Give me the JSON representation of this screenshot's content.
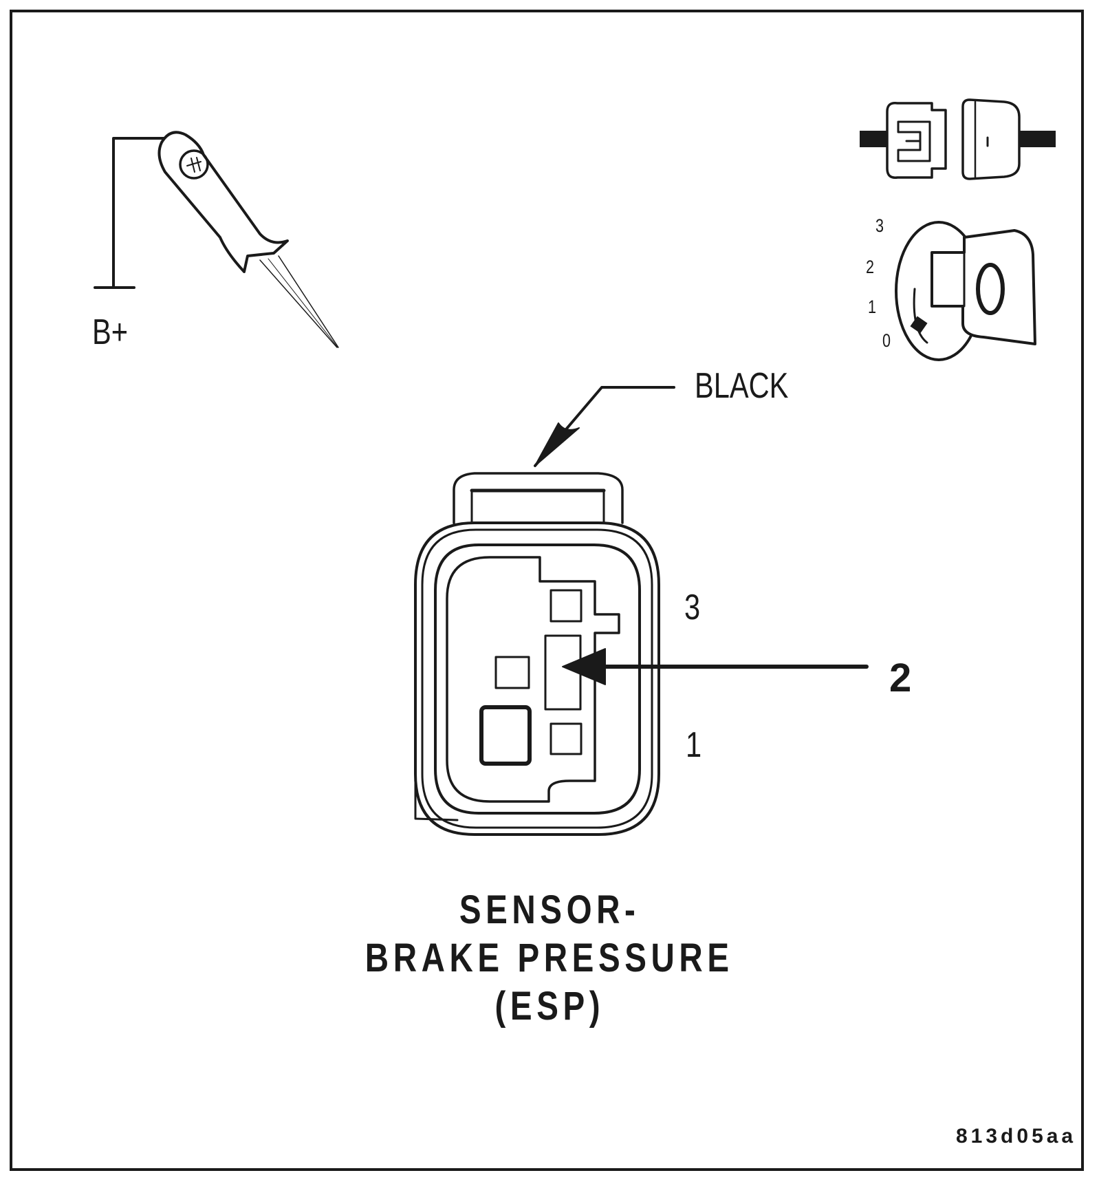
{
  "diagram": {
    "supply_label": "B+",
    "ignition_positions": [
      "3",
      "2",
      "1",
      "0"
    ],
    "wire_color_label": "BLACK",
    "pin_labels": {
      "top": "3",
      "bottom": "1"
    },
    "callout_number": "2",
    "component_title": [
      "SENSOR-",
      "BRAKE PRESSURE",
      "(ESP)"
    ],
    "figure_code": "813d05aa"
  },
  "icons": [
    "test-light-probe-icon",
    "disconnected-connector-icon",
    "ignition-key-switch-icon",
    "connector-face-icon",
    "pointer-arrow-icon"
  ]
}
